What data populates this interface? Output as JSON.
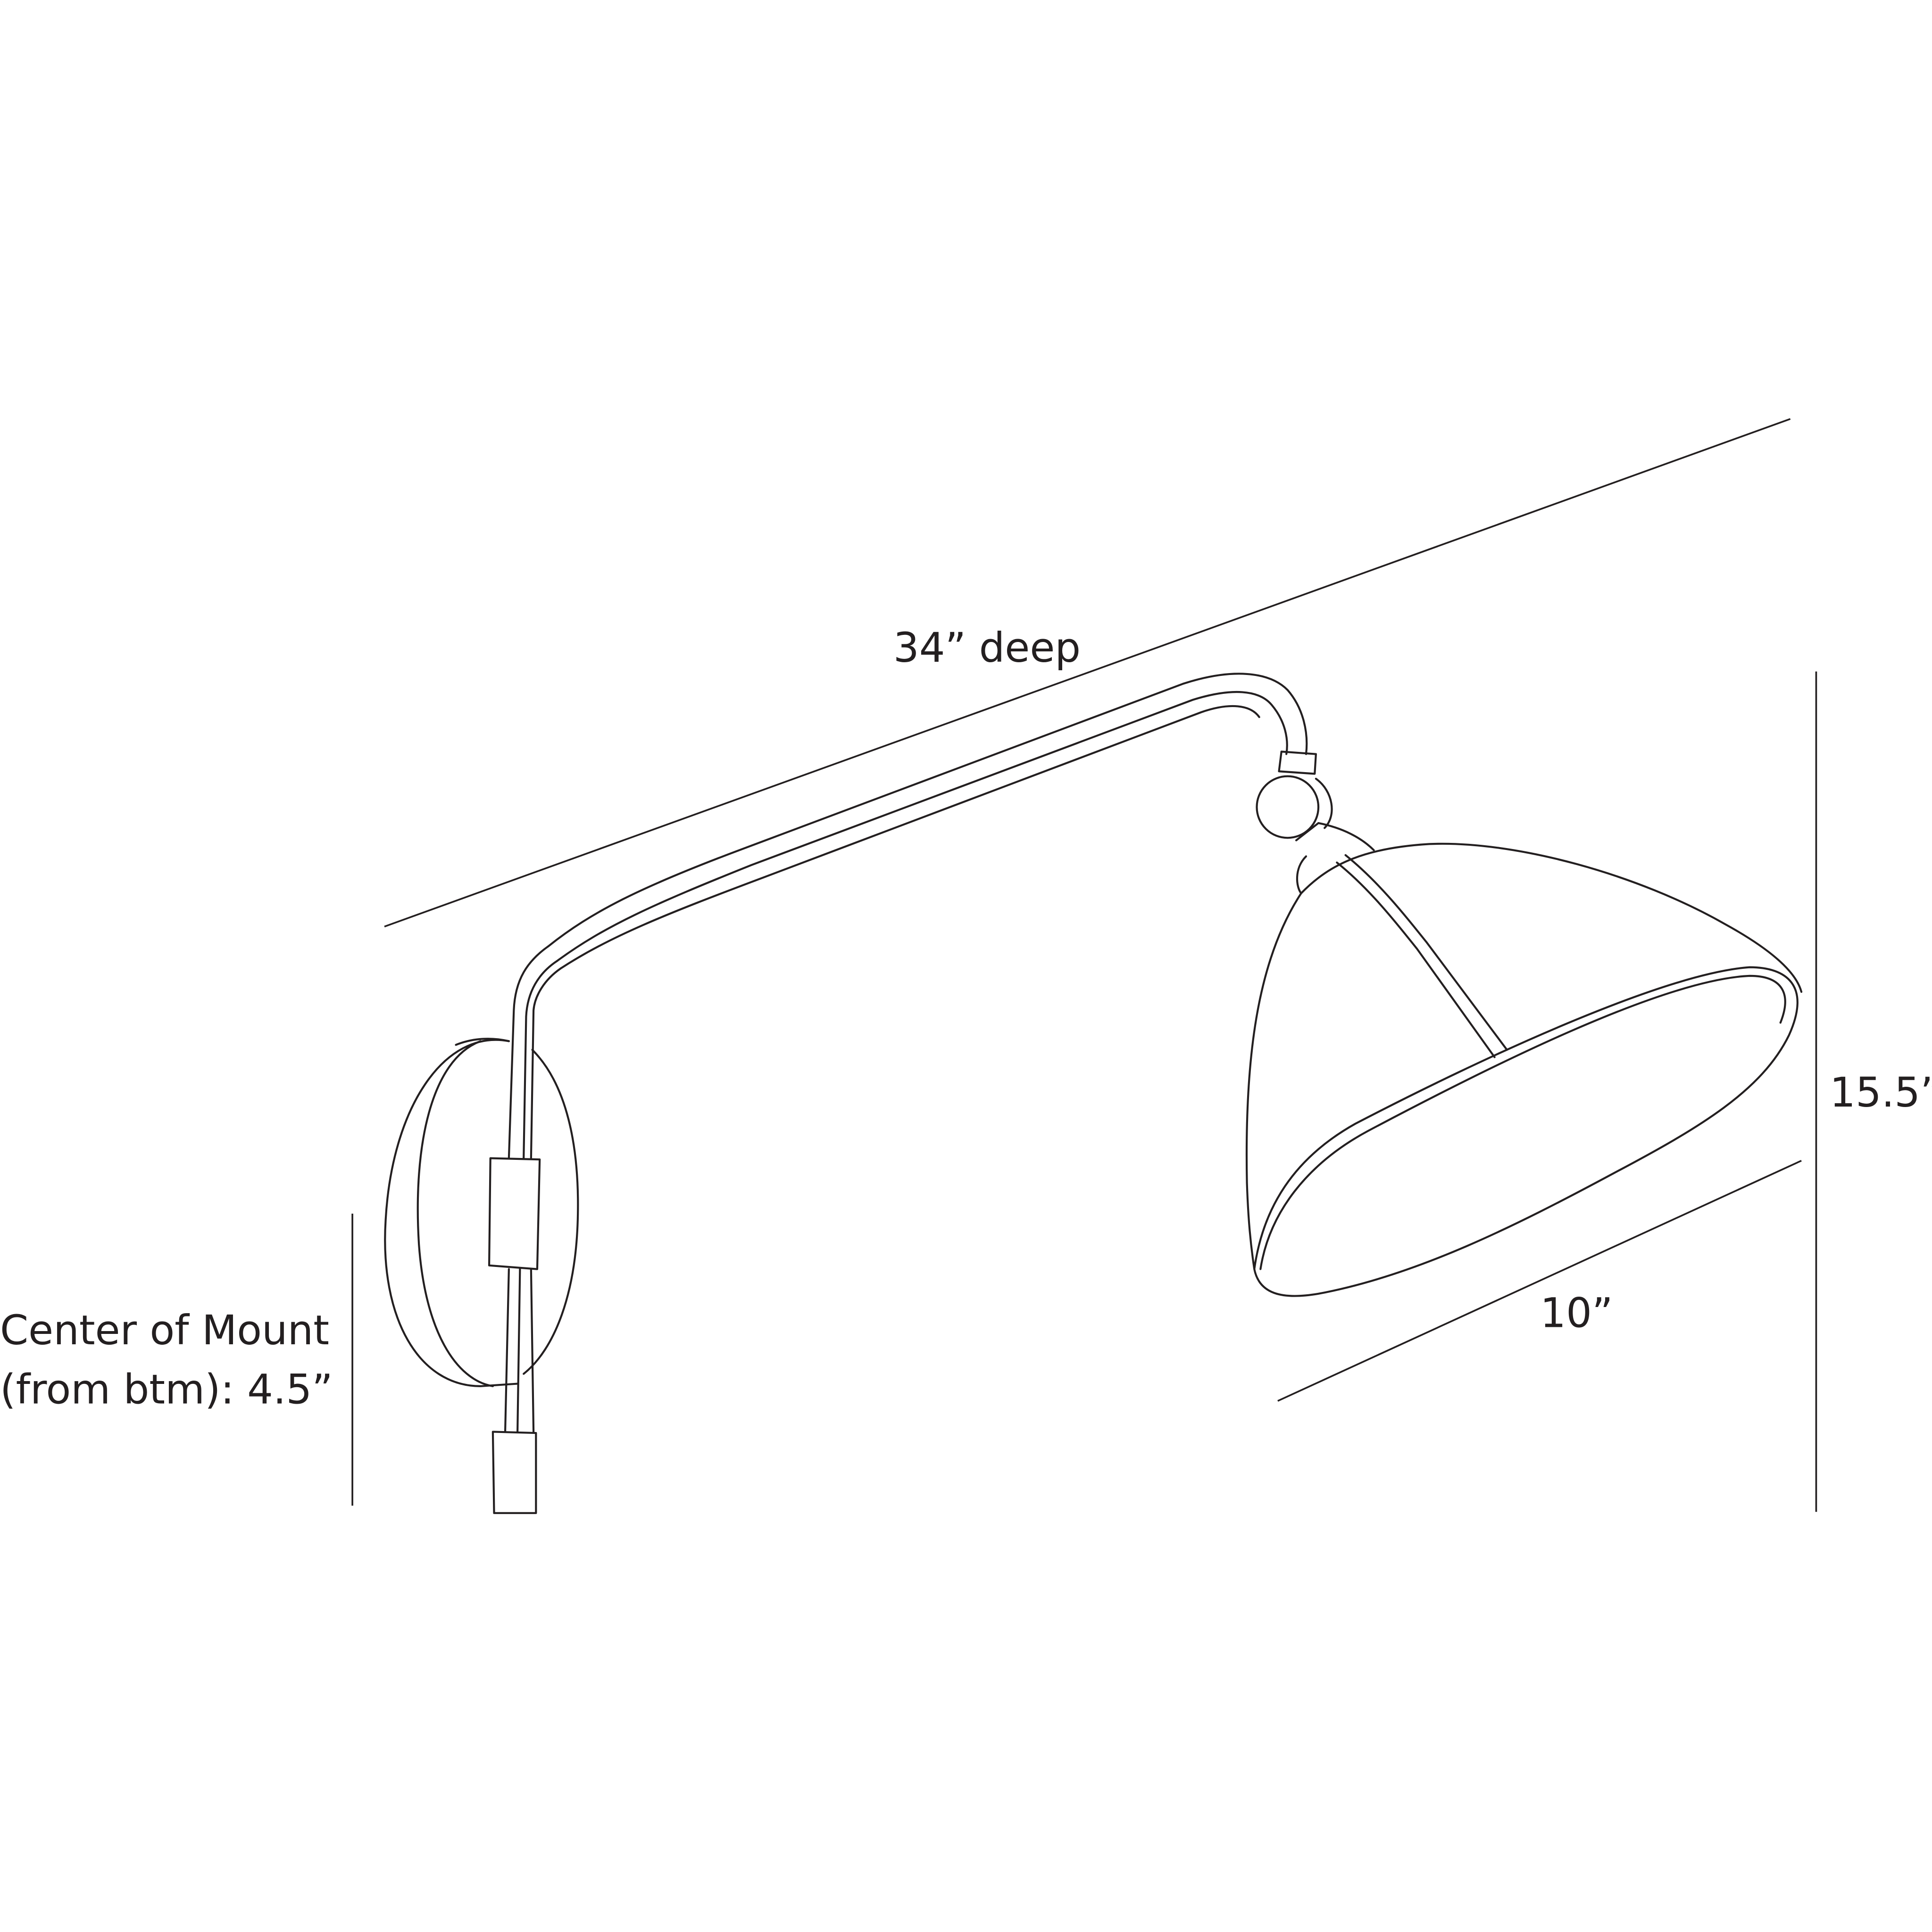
{
  "dimensions": {
    "depth": "34” deep",
    "height": "15.5”",
    "shade_width": "10”",
    "mount_center_line1": "Center of Mount",
    "mount_center_line2": "(from btm): 4.5”"
  },
  "colors": {
    "line": "#231f20",
    "background": "#ffffff"
  }
}
